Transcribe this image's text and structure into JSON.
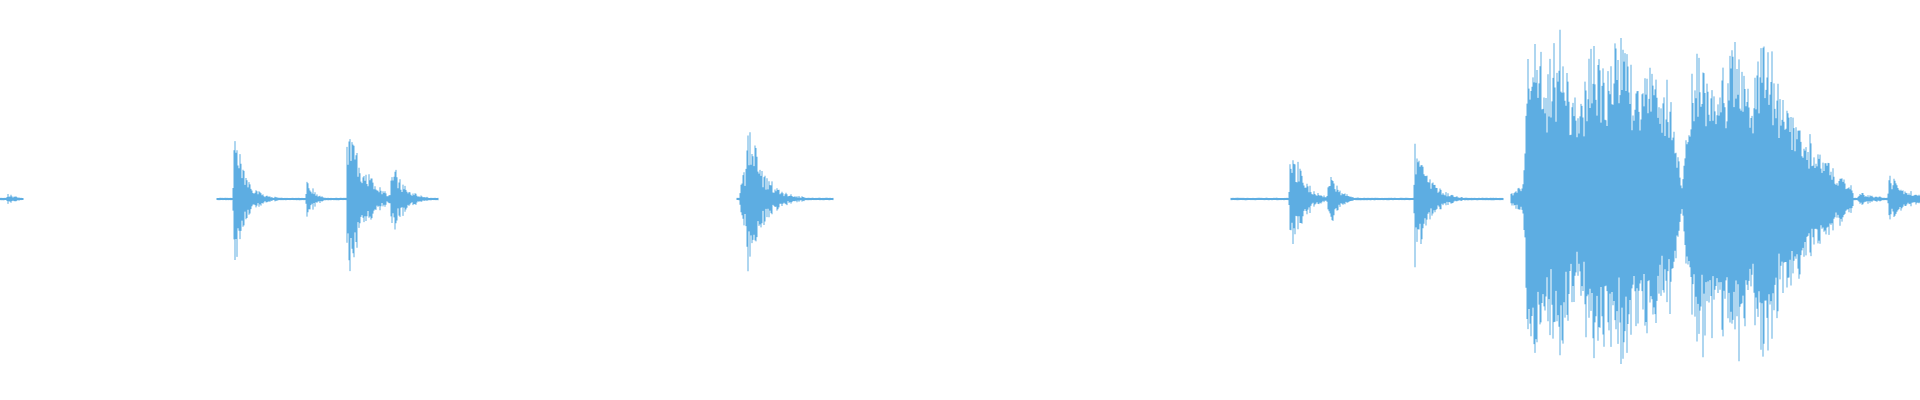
{
  "waveform": {
    "color": "#5dade2",
    "background": "#ffffff",
    "segments": [
      {
        "start": 0.0,
        "end": 0.012,
        "bursts": [
          {
            "at": 0.004,
            "peak": 0.03,
            "decay": 0.006
          }
        ]
      },
      {
        "start": 0.113,
        "end": 0.228,
        "bursts": [
          {
            "at": 0.122,
            "peak": 0.42,
            "decay": 0.006
          },
          {
            "at": 0.16,
            "peak": 0.12,
            "decay": 0.004
          },
          {
            "at": 0.181,
            "peak": 0.52,
            "decay": 0.008
          },
          {
            "at": 0.193,
            "peak": 0.14,
            "decay": 0.004
          },
          {
            "at": 0.204,
            "peak": 0.25,
            "decay": 0.006
          }
        ]
      },
      {
        "start": 0.384,
        "end": 0.434,
        "bursts": [
          {
            "at": 0.386,
            "peak": 0.2,
            "decay": 0.004
          },
          {
            "at": 0.389,
            "peak": 0.5,
            "decay": 0.008
          }
        ]
      },
      {
        "start": 0.641,
        "end": 0.783,
        "bursts": [
          {
            "at": 0.672,
            "peak": 0.4,
            "decay": 0.006
          },
          {
            "at": 0.692,
            "peak": 0.18,
            "decay": 0.005
          },
          {
            "at": 0.737,
            "peak": 0.4,
            "decay": 0.007
          }
        ]
      },
      {
        "start": 0.787,
        "end": 0.965,
        "envelope": [
          [
            0.787,
            0.03
          ],
          [
            0.793,
            0.08
          ],
          [
            0.796,
            0.82
          ],
          [
            0.8,
            0.92
          ],
          [
            0.805,
            0.62
          ],
          [
            0.812,
            0.92
          ],
          [
            0.82,
            0.55
          ],
          [
            0.83,
            0.82
          ],
          [
            0.838,
            0.72
          ],
          [
            0.846,
            0.97
          ],
          [
            0.852,
            0.72
          ],
          [
            0.858,
            0.88
          ],
          [
            0.864,
            0.58
          ],
          [
            0.87,
            0.68
          ],
          [
            0.876,
            0.06
          ],
          [
            0.88,
            0.6
          ],
          [
            0.886,
            0.88
          ],
          [
            0.893,
            0.72
          ],
          [
            0.9,
            0.78
          ],
          [
            0.905,
            0.86
          ],
          [
            0.912,
            0.72
          ],
          [
            0.92,
            0.9
          ],
          [
            0.927,
            0.6
          ],
          [
            0.933,
            0.52
          ],
          [
            0.94,
            0.38
          ],
          [
            0.948,
            0.26
          ],
          [
            0.956,
            0.16
          ],
          [
            0.965,
            0.06
          ]
        ]
      },
      {
        "start": 0.965,
        "end": 1.0,
        "bursts": [
          {
            "at": 0.968,
            "peak": 0.04,
            "decay": 0.01
          },
          {
            "at": 0.984,
            "peak": 0.18,
            "decay": 0.006
          },
          {
            "at": 0.995,
            "peak": 0.05,
            "decay": 0.006
          }
        ]
      }
    ]
  }
}
